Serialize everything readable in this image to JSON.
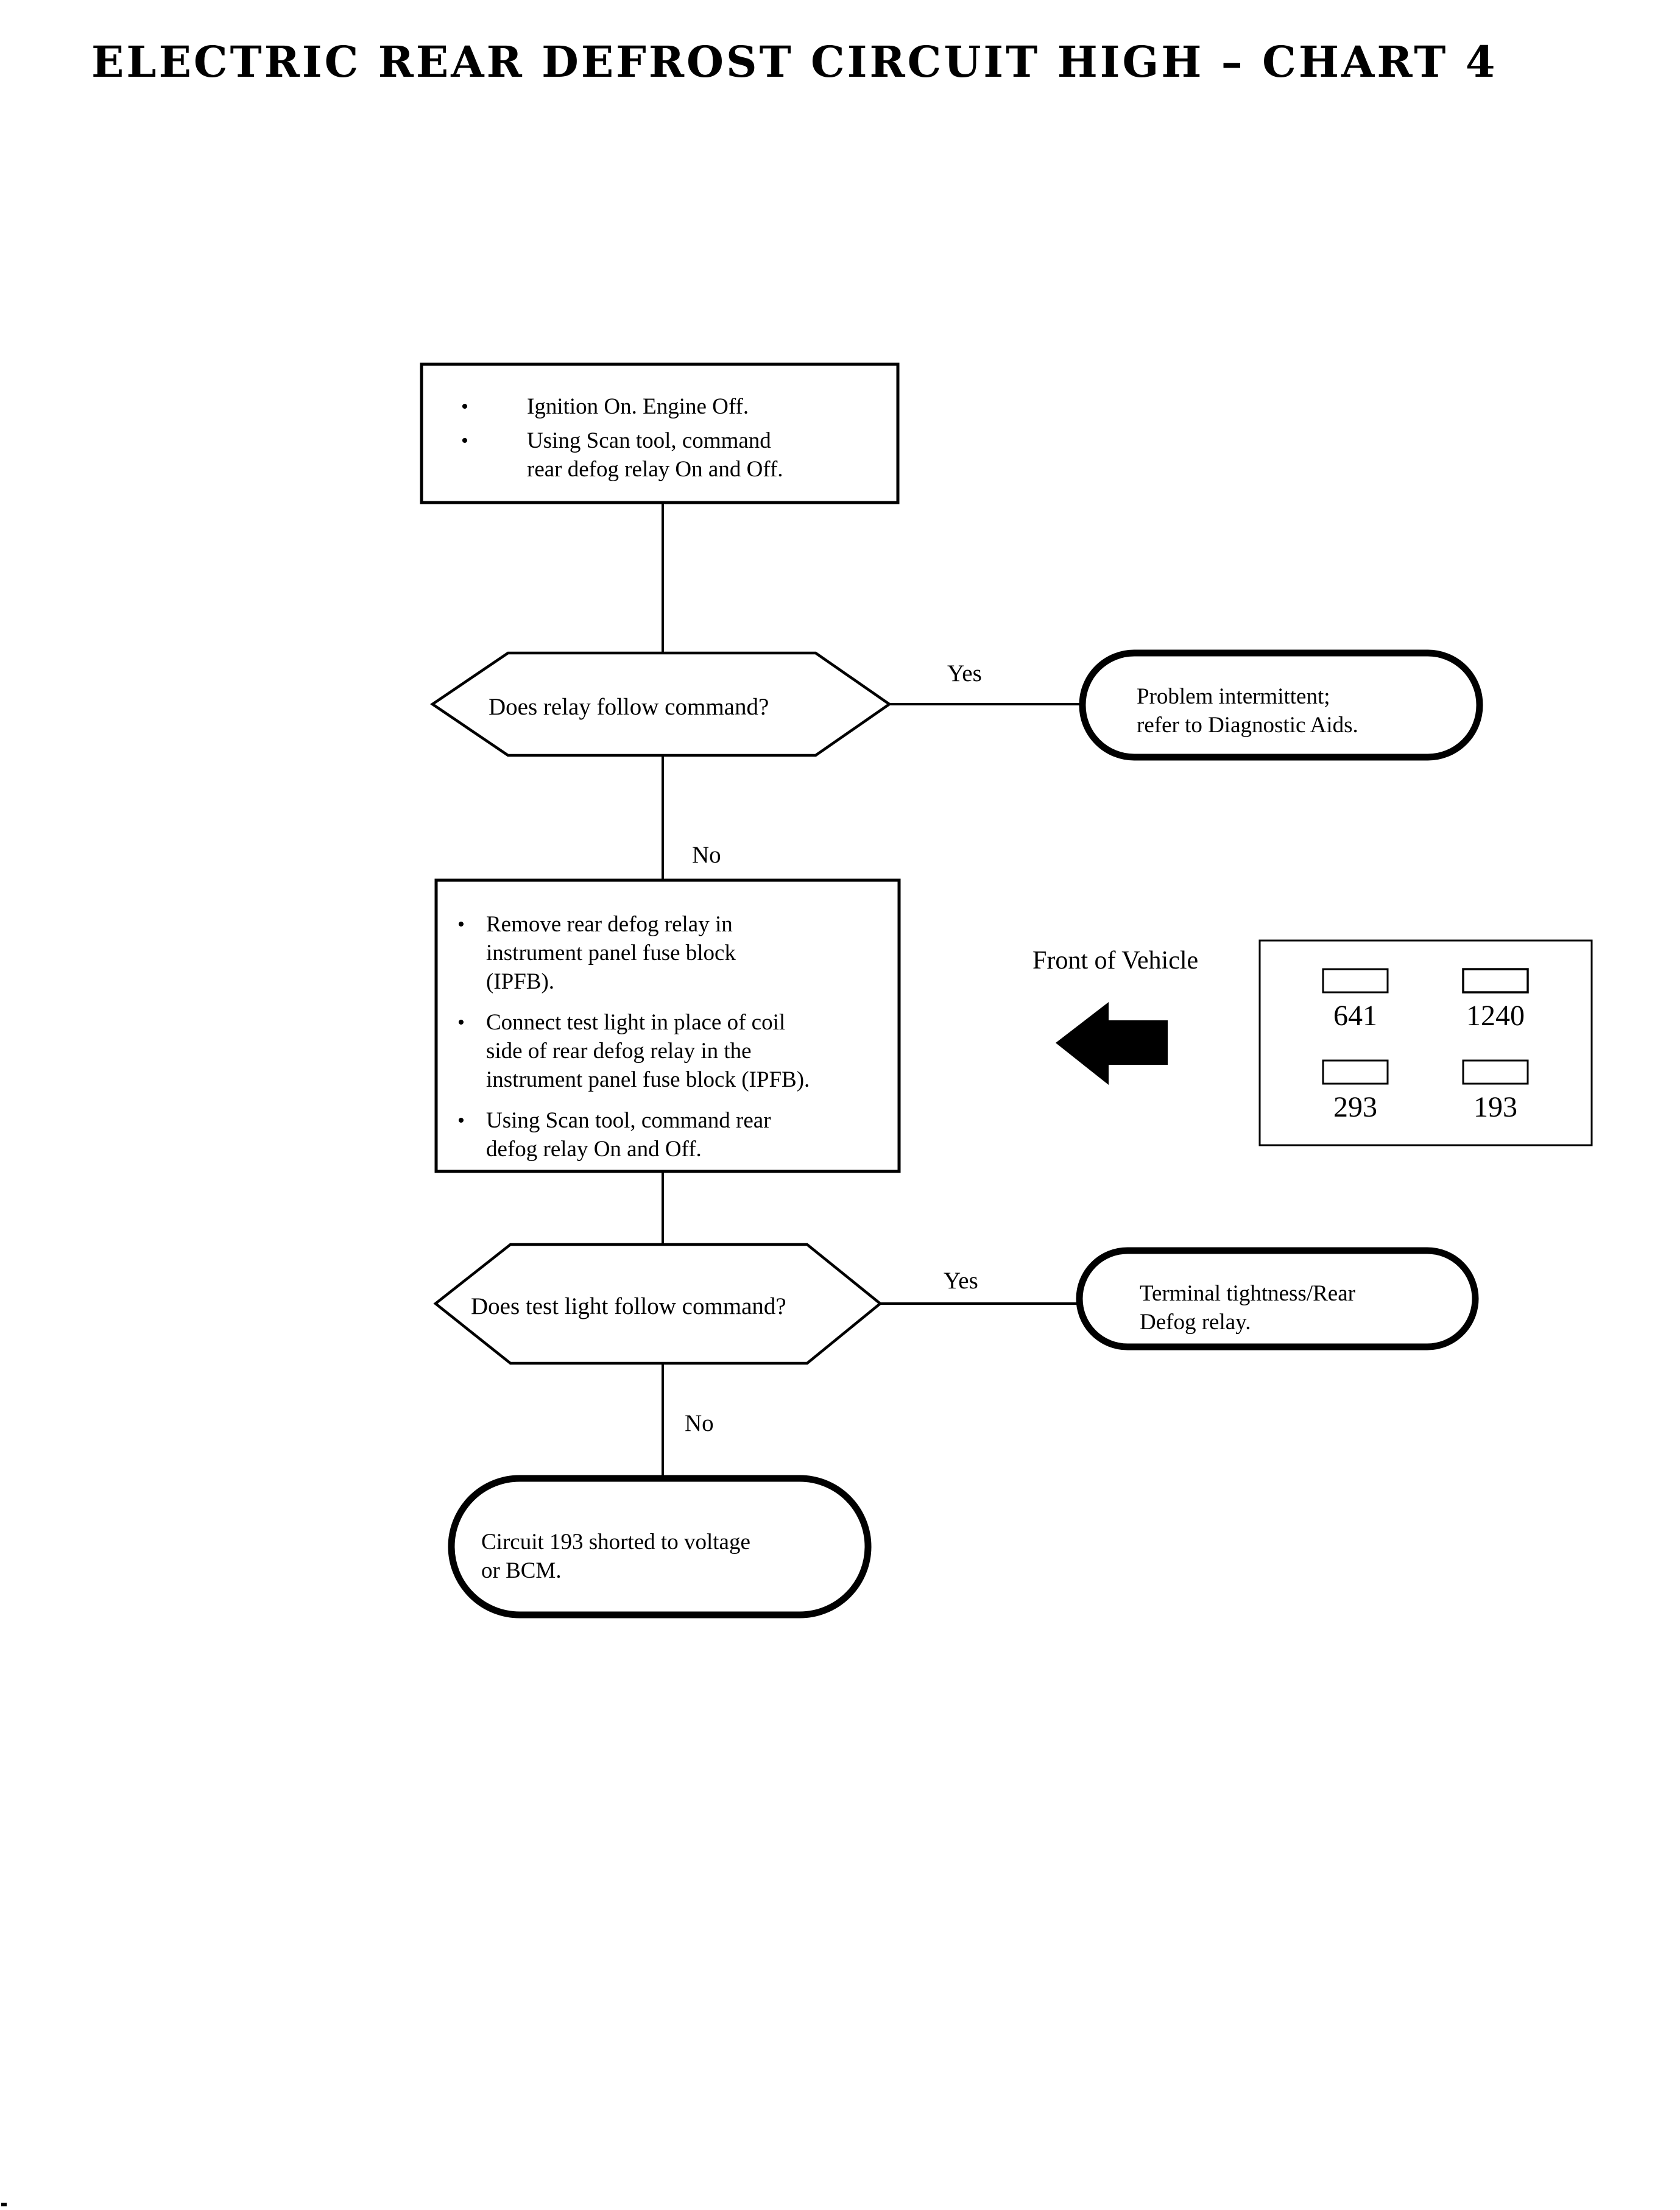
{
  "title": "ELECTRIC REAR DEFROST CIRCUIT HIGH – CHART 4",
  "glyphs": {
    "bullet": "•"
  },
  "colors": {
    "ink": "#000000",
    "paper": "#ffffff"
  },
  "flowchart": {
    "step1": {
      "bullets": [
        "Ignition On. Engine Off.",
        "Using Scan tool, command\nrear defog relay On and Off."
      ]
    },
    "decision1": {
      "question": "Does relay follow command?",
      "yes_label": "Yes",
      "no_label": "No"
    },
    "outcome1_yes": {
      "text": "Problem intermittent;\nrefer to Diagnostic Aids."
    },
    "step2": {
      "bullets": [
        "Remove rear defog relay in\ninstrument panel fuse block\n(IPFB).",
        "Connect test light in place of coil\nside of rear defog relay in the\ninstrument panel fuse block (IPFB).",
        "Using Scan tool, command rear\ndefog relay On and Off."
      ]
    },
    "decision2": {
      "question": "Does test light follow command?",
      "yes_label": "Yes",
      "no_label": "No"
    },
    "outcome2_yes": {
      "text": "Terminal tightness/Rear\nDefog relay."
    },
    "outcome2_no": {
      "text": "Circuit 193 shorted to voltage\nor BCM."
    }
  },
  "relay_inset": {
    "caption": "Front of Vehicle",
    "terminals": [
      {
        "label": "641",
        "position": "top-left"
      },
      {
        "label": "1240",
        "position": "top-right"
      },
      {
        "label": "293",
        "position": "bottom-left"
      },
      {
        "label": "193",
        "position": "bottom-right"
      }
    ]
  }
}
